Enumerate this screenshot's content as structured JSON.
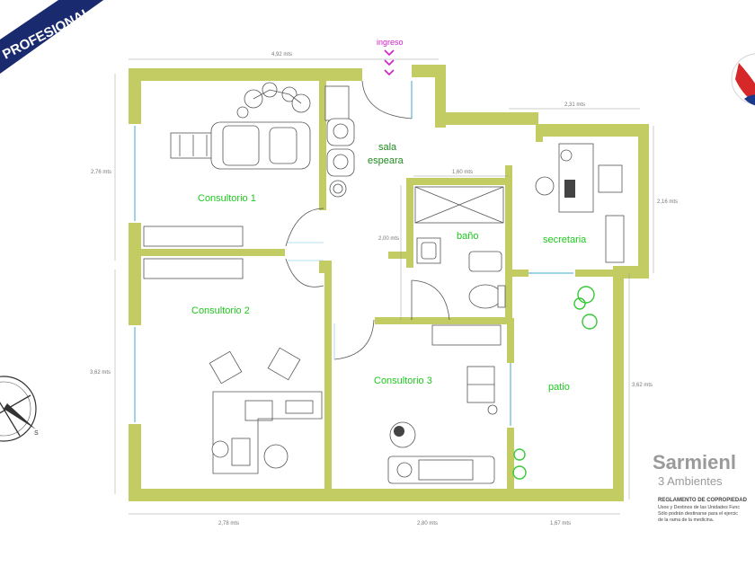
{
  "banner": {
    "text": "PROFESIONAL"
  },
  "entrance": {
    "label": "ingreso"
  },
  "rooms": {
    "consultorio1": "Consultorio 1",
    "consultorio2": "Consultorio 2",
    "consultorio3": "Consultorio 3",
    "sala_line1": "sala",
    "sala_line2": "espeara",
    "bano": "baño",
    "secretaria": "secretaria",
    "patio": "patio"
  },
  "dimensions": {
    "top_width": "4,92 mts",
    "secretaria_width": "2,31 mts",
    "bano_width": "1,60 mts",
    "consultorio1_height": "2,76 mts",
    "secretaria_height": "2,16 mts",
    "bano_height": "2,00 mts",
    "consultorio2_height": "3,62 mts",
    "patio_height": "3,62 mts",
    "bottom_left": "2,78 mts",
    "bottom_mid": "2,80 mts",
    "bottom_right": "1,67 mts"
  },
  "brand": {
    "name": "Sarmienl",
    "subtitle": "3 Ambientes"
  },
  "notes": {
    "title": "REGLAMENTO DE COPROPIEDAD",
    "line1": "Usos y Destinos de las Unidades Func",
    "line2": "Sólo podrán destinarse para el ejercic",
    "line3": "de la rama de la medicina."
  },
  "colors": {
    "wall": "#c2cc62",
    "room_label": "#1ec81e",
    "entrance": "#d020c8",
    "banner_bg": "#1a2a6e",
    "window": "#9fd4e6"
  }
}
